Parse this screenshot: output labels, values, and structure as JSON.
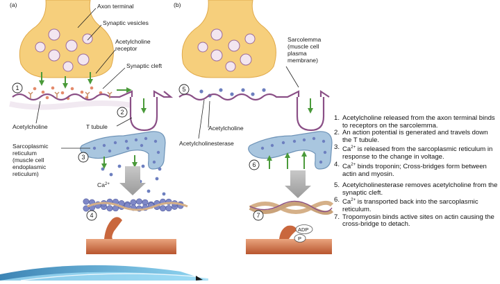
{
  "panels": {
    "a": "(a)",
    "b": "(b)"
  },
  "labels": {
    "axon_terminal": "Axon terminal",
    "synaptic_vesicles": "Synaptic vesicles",
    "ach_receptor": [
      "Acetylcholine",
      "receptor"
    ],
    "synaptic_cleft": "Synaptic cleft",
    "acetylcholine_a": "Acetylcholine",
    "t_tubule": "T tubule",
    "sarcoplasmic_reticulum": [
      "Sarcoplasmic",
      "reticulum",
      "(muscle cell",
      "endoplasmic",
      "reticulum)"
    ],
    "ca_ion": "Ca",
    "ca_charge": "2+",
    "sarcolemma": [
      "Sarcolemma",
      "(muscle cell",
      "plasma",
      "membrane)"
    ],
    "acetylcholine_b": "Acetylcholine",
    "acetylcholinesterase": "Acetylcholinesterase",
    "adp": "ADP",
    "p": "P"
  },
  "step_markers": [
    "1",
    "2",
    "3",
    "4",
    "5",
    "6",
    "7"
  ],
  "steps_top": [
    {
      "n": "1.",
      "text": "Acetylcholine released from the axon terminal binds to receptors on the sarcolemma."
    },
    {
      "n": "2.",
      "text": "An action potential is generated and travels down the T tubule."
    },
    {
      "n": "3.",
      "pre": "Ca",
      "sup": "2+",
      "text": " is released from the sarcoplasmic reticulum in response to the change in voltage."
    },
    {
      "n": "4.",
      "pre": "Ca",
      "sup": "2+",
      "text": " binds troponin; Cross-bridges form between actin and myosin."
    }
  ],
  "steps_bottom": [
    {
      "n": "5.",
      "text": "Acetylcholinesterase removes acetylcholine from the synaptic cleft."
    },
    {
      "n": "6.",
      "pre": "Ca",
      "sup": "2+",
      "text": " is transported back into the sarcoplasmic reticulum."
    },
    {
      "n": "7.",
      "text": "Tropomyosin binds active sites on actin causing the cross-bridge to detach."
    }
  ],
  "colors": {
    "terminal": "#f6cf7c",
    "membrane": "#8a4f86",
    "reticulum": "#a9c6df",
    "ion": "#6d7fbf",
    "actin": "#7f88c7",
    "tropomyosin": "#d5b088",
    "myosin": "#c9673d",
    "ach": "#e48a6b",
    "arrow": "#4a9a3a",
    "slide_accent": "#3aa8d8"
  }
}
